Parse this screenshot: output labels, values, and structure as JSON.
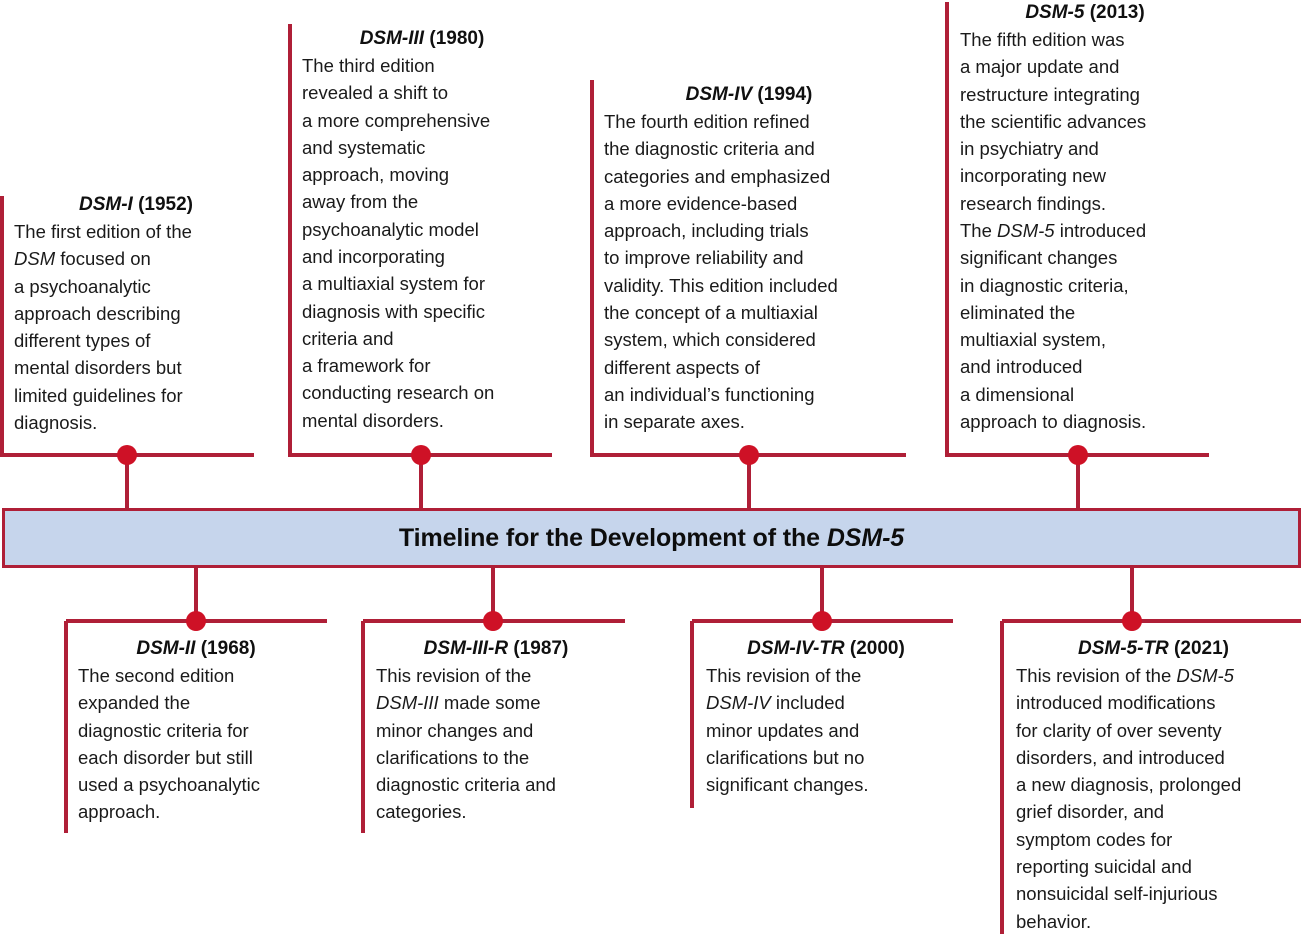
{
  "banner": {
    "title_plain": "Timeline for the Development of the ",
    "title_italic": "DSM-5",
    "fill_color": "#c6d5ec",
    "border_color": "#af1f37"
  },
  "theme": {
    "line_color": "#af1f37",
    "dot_color": "#ce1126",
    "text_color": "#1a1a1a",
    "background": "#ffffff"
  },
  "entries": [
    {
      "id": "dsm-i",
      "side": "top",
      "title_italic": "DSM-I",
      "title_year": " (1952)",
      "title_full": "DSM-I (1952)",
      "body_lines": [
        "The first edition of the",
        "DSM focused on",
        "a psychoanalytic",
        "approach describing",
        "different types of",
        "mental disorders but",
        "limited guidelines for",
        "diagnosis."
      ],
      "body_text": "The first edition of the\nDSM focused on\na psychoanalytic\napproach describing\ndifferent types of\nmental disorders but\nlimited guidelines for\ndiagnosis.",
      "italic_terms": [
        "DSM"
      ]
    },
    {
      "id": "dsm-iii",
      "side": "top",
      "title_italic": "DSM-III",
      "title_year": " (1980)",
      "title_full": "DSM-III (1980)",
      "body_lines": [
        "The third edition",
        "revealed a shift to",
        "a more comprehensive",
        "and systematic",
        "approach, moving",
        "away from the",
        "psychoanalytic model",
        "and incorporating",
        "a multiaxial system for",
        "diagnosis with specific",
        "criteria and",
        "a framework for",
        "conducting research on",
        "mental disorders."
      ],
      "body_text": "The third edition\nrevealed a shift to\na more comprehensive\nand systematic\napproach, moving\naway from the\npsychoanalytic model\nand incorporating\na multiaxial system for\ndiagnosis with specific\ncriteria and\na framework for\nconducting research on\nmental disorders.",
      "italic_terms": []
    },
    {
      "id": "dsm-iv",
      "side": "top",
      "title_italic": "DSM-IV",
      "title_year": " (1994)",
      "title_full": "DSM-IV (1994)",
      "body_lines": [
        "The fourth edition refined",
        "the diagnostic criteria and",
        "categories and emphasized",
        "a more evidence-based",
        "approach, including trials",
        "to improve reliability and",
        "validity. This edition included",
        "the concept of a multiaxial",
        "system, which considered",
        "different aspects of",
        "an individual’s functioning",
        "in separate axes."
      ],
      "body_text": "The fourth edition refined\nthe diagnostic criteria and\ncategories and emphasized\na more evidence-based\napproach, including trials\nto improve reliability and\nvalidity. This edition included\nthe concept of a multiaxial\nsystem, which considered\ndifferent aspects of\nan individual’s functioning\nin separate axes.",
      "italic_terms": []
    },
    {
      "id": "dsm-5",
      "side": "top",
      "title_italic": "DSM-5",
      "title_year": " (2013)",
      "title_full": "DSM-5 (2013)",
      "body_lines": [
        "The fifth edition was",
        "a major update and",
        "restructure integrating",
        "the scientific advances",
        "in psychiatry and",
        "incorporating new",
        "research findings.",
        "The DSM-5 introduced",
        "significant changes",
        "in diagnostic criteria,",
        "eliminated the",
        "multiaxial system,",
        "and introduced",
        "a dimensional",
        "approach to diagnosis."
      ],
      "body_text": "The fifth edition was\na major update and\nrestructure integrating\nthe scientific advances\nin psychiatry and\nincorporating new\nresearch findings.\nThe DSM-5 introduced\nsignificant changes\nin diagnostic criteria,\neliminated the\nmultiaxial system,\nand introduced\na dimensional\napproach to diagnosis.",
      "italic_terms": [
        "DSM-5"
      ]
    },
    {
      "id": "dsm-ii",
      "side": "bottom",
      "title_italic": "DSM-II",
      "title_year": " (1968)",
      "title_full": "DSM-II (1968)",
      "body_lines": [
        "The second edition",
        "expanded the",
        "diagnostic criteria for",
        "each disorder but still",
        "used a psychoanalytic",
        "approach."
      ],
      "body_text": "The second edition\nexpanded the\ndiagnostic criteria for\neach disorder but still\nused a psychoanalytic\napproach.",
      "italic_terms": []
    },
    {
      "id": "dsm-iii-r",
      "side": "bottom",
      "title_italic": "DSM-III-R",
      "title_year": " (1987)",
      "title_full": "DSM-III-R (1987)",
      "body_lines": [
        "This revision of the",
        "DSM-III made some",
        "minor changes and",
        "clarifications to the",
        "diagnostic criteria and",
        "categories."
      ],
      "body_text": "This revision of the\nDSM-III made some\nminor changes and\nclarifications to the\ndiagnostic criteria and\ncategories.",
      "italic_terms": [
        "DSM-III"
      ]
    },
    {
      "id": "dsm-iv-tr",
      "side": "bottom",
      "title_italic": "DSM-IV-TR",
      "title_year": " (2000)",
      "title_full": "DSM-IV-TR (2000)",
      "body_lines": [
        "This revision of the",
        "DSM-IV included",
        "minor updates and",
        "clarifications but no",
        "significant changes."
      ],
      "body_text": "This revision of the\nDSM-IV included\nminor updates and\nclarifications but no\nsignificant changes.",
      "italic_terms": [
        "DSM-IV"
      ]
    },
    {
      "id": "dsm-5-tr",
      "side": "bottom",
      "title_italic": "DSM-5-TR",
      "title_year": " (2021)",
      "title_full": "DSM-5-TR (2021)",
      "body_lines": [
        "This revision of the DSM-5",
        "introduced modifications",
        "for clarity of over seventy",
        "disorders, and introduced",
        "a new diagnosis, prolonged",
        "grief disorder, and",
        "symptom codes for",
        "reporting suicidal and",
        "nonsuicidal self-injurious",
        "behavior."
      ],
      "body_text": "This revision of the DSM-5\nintroduced modifications\nfor clarity of over seventy\ndisorders, and introduced\na new diagnosis, prolonged\ngrief disorder, and\nsymptom codes for\nreporting suicidal and\nnonsuicidal self-injurious\nbehavior.",
      "italic_terms": [
        "DSM-5"
      ]
    }
  ]
}
